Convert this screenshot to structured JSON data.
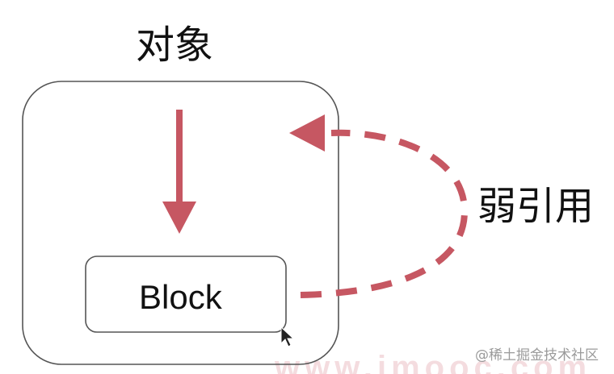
{
  "diagram": {
    "object_title": "对象",
    "block_label": "Block",
    "weak_reference_label": "弱引用",
    "watermark_text": "@稀土掘金技术社区",
    "background_watermark": "www.imooc.com",
    "colors": {
      "arrow": "#c65762",
      "box_border": "#555555",
      "text": "#111111",
      "watermark": "#9a9a9a"
    },
    "icons": {
      "cursor": "mouse-pointer-icon"
    }
  }
}
